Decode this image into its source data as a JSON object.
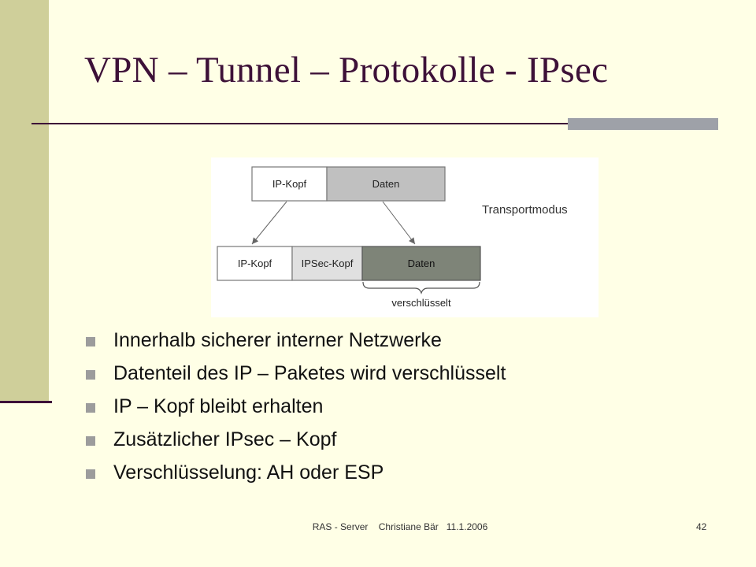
{
  "slide": {
    "title": "VPN – Tunnel – Protokolle - IPsec",
    "diagram": {
      "top_row": [
        "IP-Kopf",
        "Daten"
      ],
      "bottom_row": [
        "IP-Kopf",
        "IPSec-Kopf",
        "Daten"
      ],
      "mode_label": "Transportmodus",
      "brace_label": "verschlüsselt",
      "colors": {
        "ip_box": "#ffffff",
        "data_top": "#c0c0c0",
        "ipsec_box": "#e0e0e0",
        "data_encrypted": "#7e8478"
      }
    },
    "bullets": [
      "Innerhalb sicherer interner Netzwerke",
      "Datenteil des IP – Paketes wird verschlüsselt",
      "IP – Kopf bleibt erhalten",
      "Zusätzlicher IPsec – Kopf",
      "Verschlüsselung: AH oder ESP"
    ],
    "footer": {
      "text": "RAS - Server    Christiane Bär   11.1.2006",
      "page_number": "42"
    },
    "colors": {
      "background": "#ffffe6",
      "sidebar": "#cfcf9a",
      "title": "#3d1138",
      "accent_bar": "#9ea1a8"
    }
  }
}
